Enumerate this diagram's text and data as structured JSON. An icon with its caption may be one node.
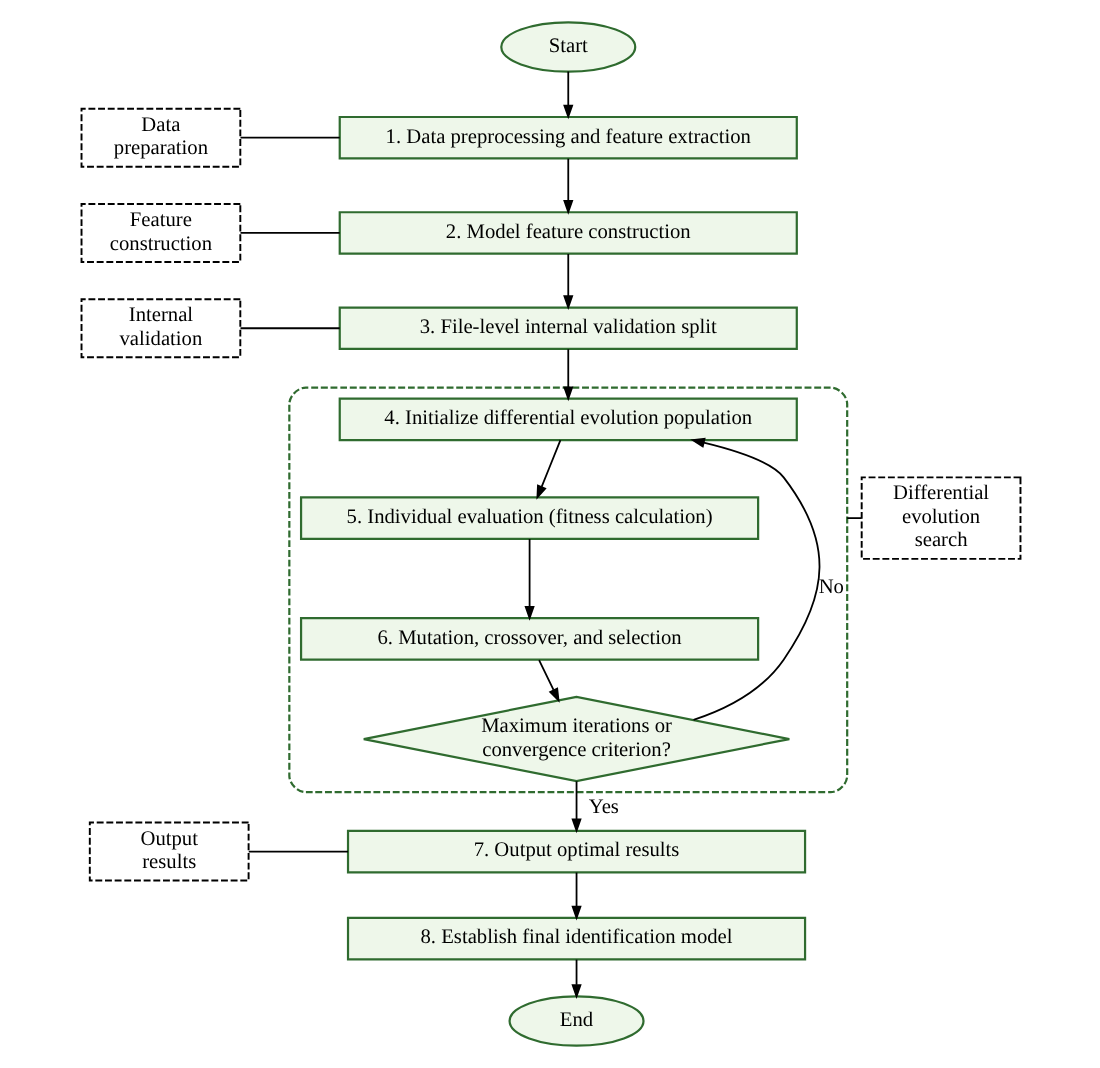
{
  "diagram": {
    "nodes": [
      {
        "text": [
          "Start"
        ]
      },
      {
        "text": [
          "Data preparation"
        ]
      },
      {
        "text": [
          "1. Data preprocessing and feature extraction"
        ]
      },
      {
        "text": [
          "Feature construction"
        ]
      },
      {
        "text": [
          "2. Model feature construction"
        ]
      },
      {
        "text": [
          "Internal validation"
        ]
      },
      {
        "text": [
          "3. File-level internal validation split"
        ]
      },
      {
        "text": [],
        "shape": "box"
      },
      {
        "text": [
          "Differential evolution search"
        ]
      },
      {
        "text": [
          "4. Initialize differential evolution population"
        ],
        "in": 7
      },
      {
        "text": [
          "5. Individual evaluation (fitness calculation)"
        ],
        "in": 7
      },
      {
        "text": [
          "6. Mutation, crossover, and selection"
        ],
        "in": 7
      },
      {
        "text": [
          "Maximum iterations or convergence criterion?"
        ],
        "in": 7
      },
      {
        "text": [
          "Output results"
        ]
      },
      {
        "text": [
          "7. Output optimal results"
        ]
      },
      {
        "text": [
          "8. Establish final identification model"
        ]
      },
      {
        "text": [
          "End"
        ]
      }
    ],
    "edges": [
      {
        "from": 0,
        "to": 2,
        "arrow": "to"
      },
      {
        "from": 1,
        "to": 2,
        "arrow": "none"
      },
      {
        "from": 2,
        "to": 4,
        "arrow": "to"
      },
      {
        "from": 3,
        "to": 4,
        "arrow": "none"
      },
      {
        "from": 4,
        "to": 6,
        "arrow": "to"
      },
      {
        "from": 5,
        "to": 6,
        "arrow": "none"
      },
      {
        "from": 6,
        "to": 9,
        "arrow": "to"
      },
      {
        "from": 8,
        "to": 7,
        "arrow": "none"
      },
      {
        "from": 9,
        "to": 10,
        "arrow": "to"
      },
      {
        "from": 10,
        "to": 11,
        "arrow": "to"
      },
      {
        "from": 11,
        "to": 12,
        "arrow": "to"
      },
      {
        "from": 12,
        "to": 9,
        "label": "No",
        "arrow": "to"
      },
      {
        "from": 12,
        "to": 14,
        "label": "Yes",
        "arrow": "to"
      },
      {
        "from": 13,
        "to": 14,
        "arrow": "none"
      },
      {
        "from": 14,
        "to": 15,
        "arrow": "to"
      },
      {
        "from": 15,
        "to": 16,
        "arrow": "to"
      }
    ]
  }
}
